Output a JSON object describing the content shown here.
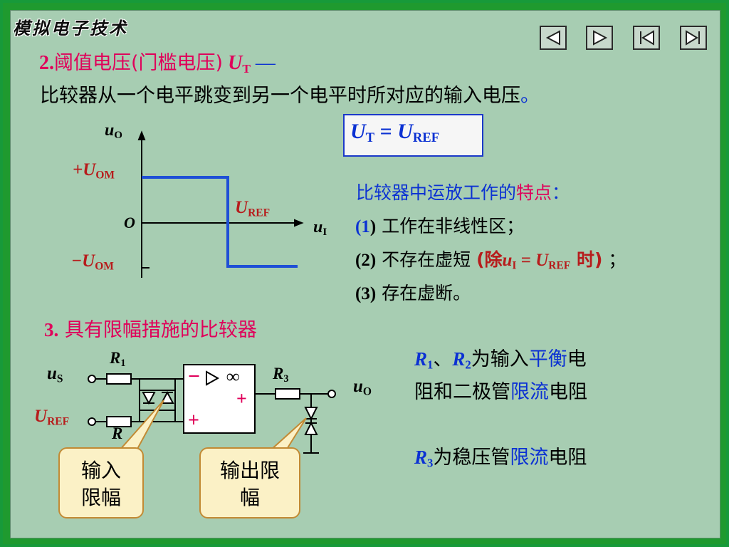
{
  "header": {
    "logo_text": "模拟电子技术",
    "nav": [
      "prev-slide",
      "next-slide",
      "first-slide",
      "last-slide"
    ]
  },
  "section2": {
    "num": "2.",
    "title": "阈值电压",
    "paren": "(门槛电压)",
    "sym": "U",
    "sym_sub": "T",
    "dash": "—",
    "def_text": "比较器从一个电平跳变到另一个电平时所对应的输入电压",
    "def_end": "。"
  },
  "graph": {
    "y_label": "u",
    "y_sub": "O",
    "pos_label": "+U",
    "pos_sub": "OM",
    "neg_label": "−U",
    "neg_sub": "OM",
    "origin": "O",
    "x_label": "u",
    "x_sub": "I",
    "ref_label": "U",
    "ref_sub": "REF"
  },
  "formula": {
    "lhs": "U",
    "lhs_sub": "T",
    "eq": " = ",
    "rhs": "U",
    "rhs_sub": "REF"
  },
  "features": {
    "title": "比较器中运放工作的",
    "title_red": "特点",
    "title_colon": "：",
    "item1_num": "(1",
    "item1_close": ")",
    "item1": " 工作在非线性区；",
    "item2_num": "(2)",
    "item2": " 不存在虚短 ",
    "item2_paren": "(除",
    "item2_u": "u",
    "item2_usub": "I",
    "item2_eq": " = ",
    "item2_U": "U",
    "item2_Usub": "REF",
    "item2_time": " 时)",
    "item2_end": " ；",
    "item3_num": "(3)",
    "item3": "  存在虚断。"
  },
  "section3": {
    "num": "3.",
    "title": " 具有限幅措施的比较器"
  },
  "circuit": {
    "us": "u",
    "us_sub": "S",
    "uref": "U",
    "uref_sub": "REF",
    "r1": "R",
    "r1_sub": "1",
    "r2": "R",
    "r3": "R",
    "r3_sub": "3",
    "minus": "−",
    "plus": "+",
    "inf": "∞",
    "uo": "u",
    "uo_sub": "O",
    "out_plus": "+"
  },
  "notes": {
    "r1": "R",
    "r1_sub": "1",
    "sep": "、",
    "r2": "R",
    "r2_sub": "2",
    "line1": "为输入",
    "line1_blue": "平衡",
    "line1_end": "电",
    "line2": "阻和二极管",
    "line2_blue": "限流",
    "line2_end": "电阻",
    "r3": "R",
    "r3_sub": "3",
    "line3": "为稳压管",
    "line3_blue": "限流",
    "line3_end": "电阻"
  },
  "callouts": {
    "input": [
      "输入",
      "限幅"
    ],
    "output": [
      "输出限",
      "幅"
    ]
  },
  "colors": {
    "frame": "#1f9a2f",
    "background": "#a7cdb2",
    "accent_red": "#e0005a",
    "accent_blue": "#0b31d3",
    "dark_red": "#b71c1c",
    "callout_fill": "#fbf1c6"
  }
}
